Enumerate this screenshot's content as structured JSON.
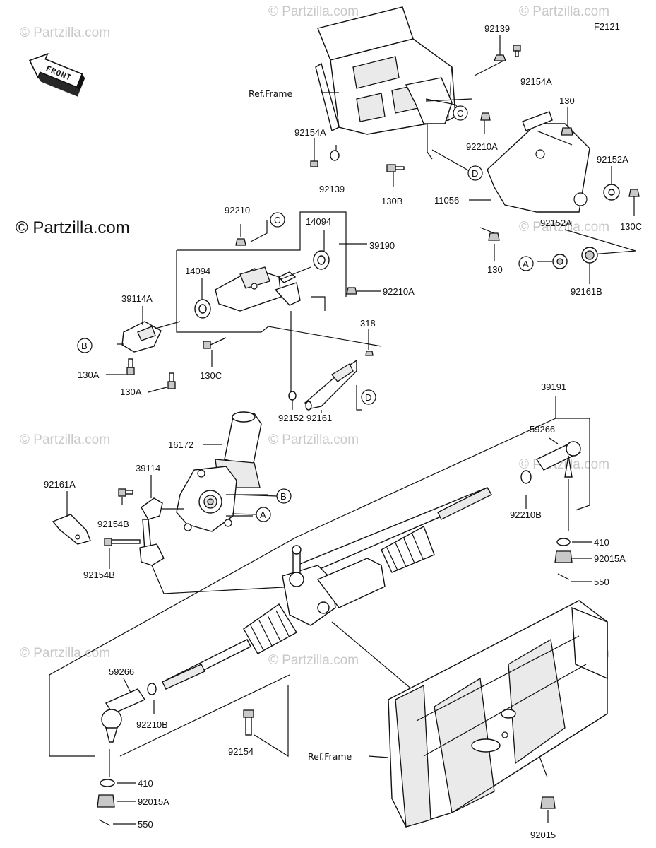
{
  "figure_code": "F2121",
  "watermark_text": "© Partzilla.com",
  "brand_watermark": "© Partzilla.com",
  "front_label": "FRONT",
  "ref_frame_label": "Ref.Frame",
  "callouts": {
    "A": "A",
    "B": "B",
    "C": "C",
    "D": "D"
  },
  "part_labels": {
    "p92139_top": "92139",
    "p92154A_top": "92154A",
    "p130_top": "130",
    "p92152A_top": "92152A",
    "p92154A_left": "92154A",
    "p92210A_top": "92210A",
    "p92139_left": "92139",
    "p130B": "130B",
    "p11056": "11056",
    "p130C_right": "130C",
    "p92152A_mid": "92152A",
    "p130_mid": "130",
    "p92161B": "92161B",
    "p92210": "92210",
    "p14094_top": "14094",
    "p39190": "39190",
    "p14094_left": "14094",
    "p92210A_mid": "92210A",
    "p39114A": "39114A",
    "p318": "318",
    "p130A_1": "130A",
    "p130A_2": "130A",
    "p130C_left": "130C",
    "p92152": "92152",
    "p92161": "92161",
    "p39191": "39191",
    "p16172": "16172",
    "p59266_right": "59266",
    "p39114": "39114",
    "p92161A": "92161A",
    "p92154B_1": "92154B",
    "p92154B_2": "92154B",
    "p92210B_right": "92210B",
    "p410_right": "410",
    "p92015A_right": "92015A",
    "p550_right": "550",
    "p59266_left": "59266",
    "p92210B_left": "92210B",
    "p92154": "92154",
    "p410_left": "410",
    "p92015A_left": "92015A",
    "p550_left": "550",
    "p92015": "92015"
  }
}
